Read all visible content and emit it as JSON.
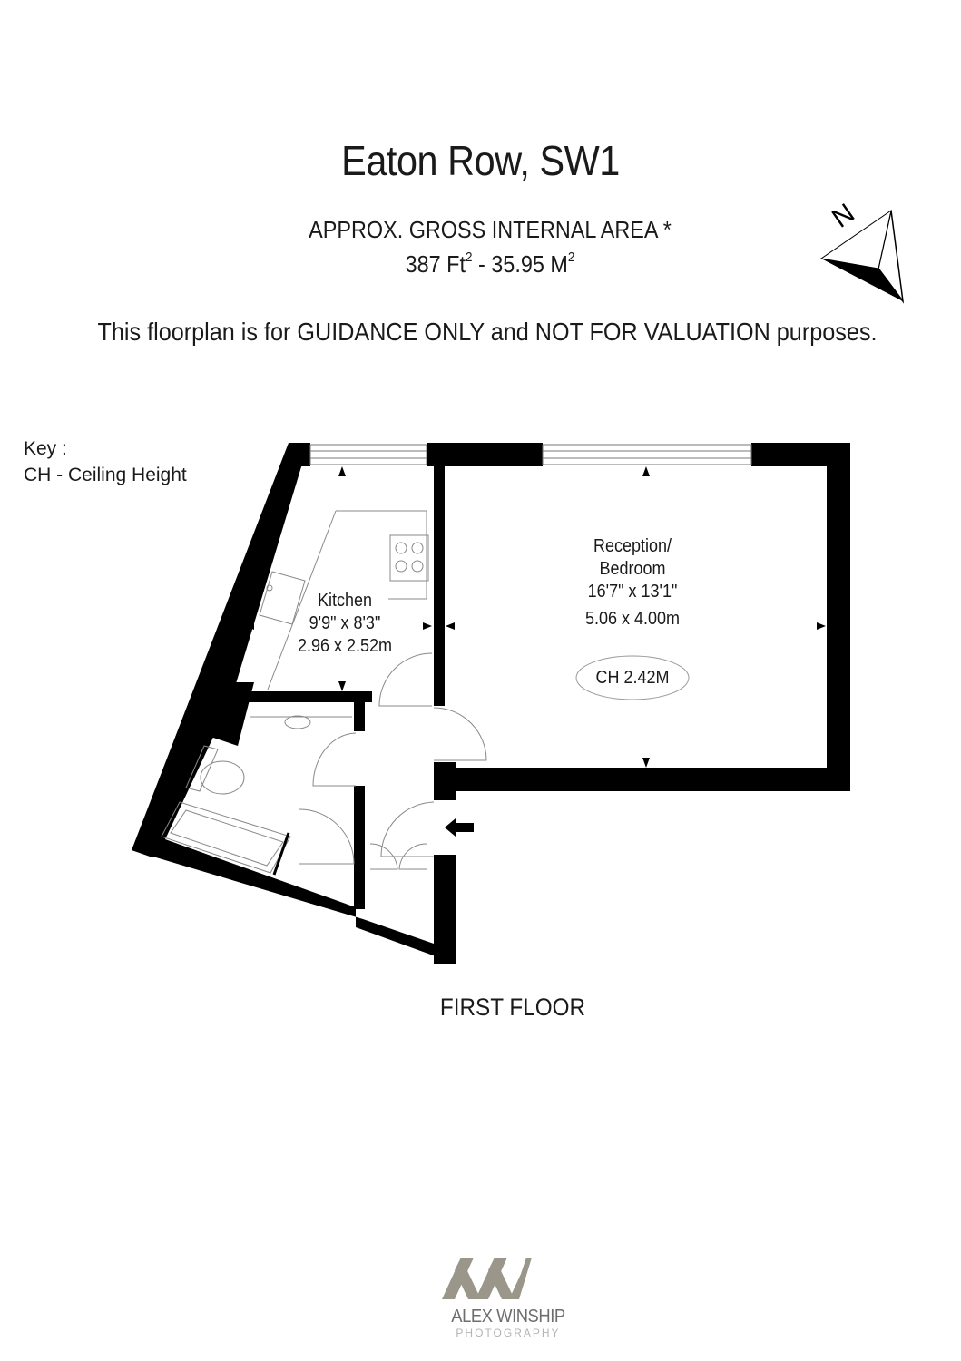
{
  "title": "Eaton Row, SW1",
  "area": {
    "label": "APPROX. GROSS INTERNAL  AREA *",
    "sqft": "387 Ft",
    "sqm": "35.95 M",
    "unit_power": "2",
    "separator": " - "
  },
  "disclaimer": "This floorplan is for GUIDANCE ONLY and NOT FOR VALUATION purposes.",
  "key": {
    "title": "Key :",
    "entry": "CH - Ceiling Height"
  },
  "compass": {
    "letter": "N",
    "icon": "north-arrow-icon"
  },
  "rooms": {
    "kitchen": {
      "name": "Kitchen",
      "size_imperial": "9'9\" x 8'3\"",
      "size_metric": "2.96 x 2.52m"
    },
    "reception": {
      "name_line1": "Reception/",
      "name_line2": "Bedroom",
      "size_imperial": "16'7\" x 13'1\"",
      "size_metric": "5.06 x 4.00m",
      "ceiling_height": "CH 2.42M"
    }
  },
  "floor_label": "FIRST FLOOR",
  "logo": {
    "name": "ALEX WINSHIP",
    "subtitle": "PHOTOGRAPHY",
    "icon": "aw-monogram-icon"
  },
  "colors": {
    "wall": "#000000",
    "fixture": "#888888",
    "text": "#1a1a1a",
    "logo": "#9a968a"
  }
}
